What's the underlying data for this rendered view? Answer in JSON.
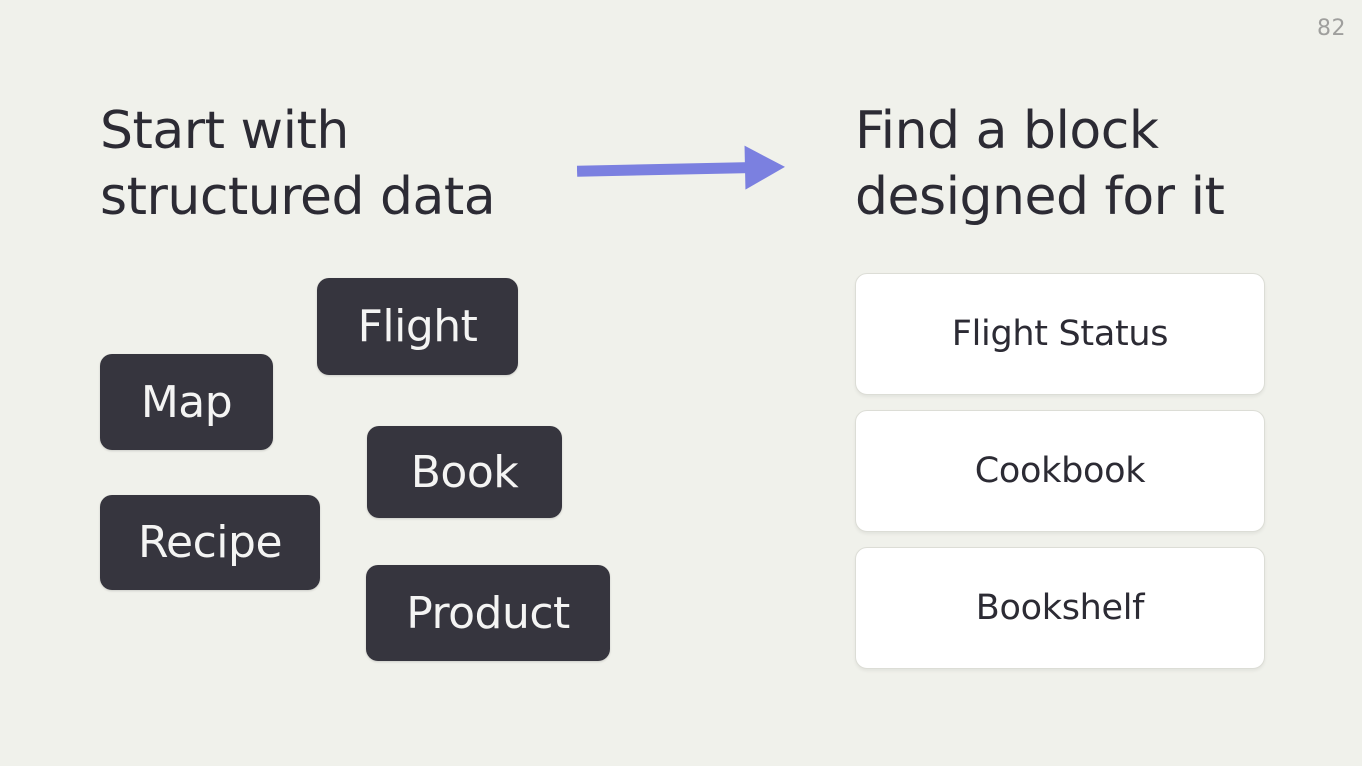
{
  "slide": {
    "page_number": "82"
  },
  "left": {
    "heading": "Start with structured data",
    "blocks": [
      {
        "label": "Flight"
      },
      {
        "label": "Map"
      },
      {
        "label": "Book"
      },
      {
        "label": "Recipe"
      },
      {
        "label": "Product"
      }
    ]
  },
  "arrow": {
    "direction": "right",
    "color": "#7b80e0"
  },
  "right": {
    "heading": "Find a block designed for it",
    "cards": [
      {
        "label": "Flight Status"
      },
      {
        "label": "Cookbook"
      },
      {
        "label": "Bookshelf"
      }
    ]
  },
  "colors": {
    "background": "#f0f1eb",
    "block_background": "#36353e",
    "block_text": "#f4f4f3",
    "heading_text": "#2c2b34",
    "card_background": "#ffffff",
    "card_border": "#dcddd6",
    "accent_arrow": "#7b80e0",
    "page_number_text": "#9f9f9d"
  }
}
